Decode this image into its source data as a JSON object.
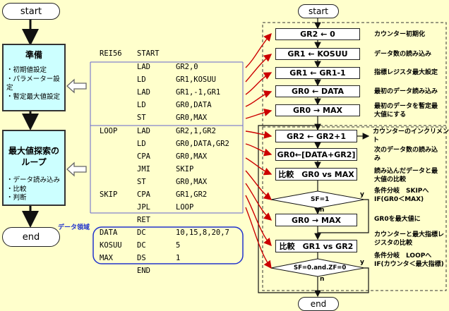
{
  "left": {
    "start": "start",
    "end": "end",
    "block1": {
      "title": "準備",
      "items": [
        "・初期値設定",
        "・パラメーター設定",
        "・暫定最大値設定"
      ]
    },
    "block2": {
      "title": "最大値探索の\nループ",
      "items": [
        "・データ読み込み",
        "・比較",
        "・判断"
      ]
    }
  },
  "code": {
    "header": [
      "REI56",
      "START"
    ],
    "rows1": [
      [
        "",
        "LAD",
        "GR2,0"
      ],
      [
        "",
        "LD",
        "GR1,KOSUU"
      ],
      [
        "",
        "LAD",
        "GR1,-1,GR1"
      ],
      [
        "",
        "LD",
        "GR0,DATA"
      ],
      [
        "",
        "ST",
        "GR0,MAX"
      ]
    ],
    "rows2": [
      [
        "LOOP",
        "LAD",
        "GR2,1,GR2"
      ],
      [
        "",
        "LD",
        "GR0,DATA,GR2"
      ],
      [
        "",
        "CPA",
        "GR0,MAX"
      ],
      [
        "",
        "JMI",
        "SKIP"
      ],
      [
        "",
        "ST",
        "GR0,MAX"
      ],
      [
        "SKIP",
        "CPA",
        "GR1,GR2"
      ],
      [
        "",
        "JPL",
        "LOOP"
      ],
      [
        "",
        "RET",
        ""
      ]
    ],
    "data_label": "データ領域",
    "rows3": [
      [
        "DATA",
        "DC",
        "10,15,8,20,7"
      ],
      [
        "KOSUU",
        "DC",
        "5"
      ],
      [
        "MAX",
        "DS",
        "1"
      ]
    ],
    "end_row": [
      "",
      "END",
      ""
    ]
  },
  "flow": {
    "start": "start",
    "end": "end",
    "boxes": [
      "GR2 ← 0",
      "GR1 ← KOSUU",
      "GR1 ← GR1-1",
      "GR0 ← DATA",
      "GR0 → MAX",
      "GR2 ← GR2+1",
      "GR0←[DATA+GR2]",
      "比較　GR0 vs MAX",
      "GR0 → MAX",
      "比較　GR1 vs GR2"
    ],
    "decision1": "SF=1",
    "decision2": "SF=0.and.ZF=0",
    "yes": "y",
    "no": "n",
    "notes": [
      "カウンター初期化",
      "データ数の読み込み",
      "指標レジスタ最大設定",
      "最初のデータ読み込み",
      "最初のデータを暫定最\n大値にする",
      "カウンターのインクリメント",
      "次のデータ数の読み込\nみ",
      "読み込んだデータと最\n大値の比較",
      "条件分岐　SKIPへ\nIF(GR0＜MAX)",
      "GR0を最大値に",
      "カウンターと最大指標レ\nジスタの比較",
      "条件分岐　LOOPへ\nIF(カウンタ＜最大指標)"
    ]
  }
}
